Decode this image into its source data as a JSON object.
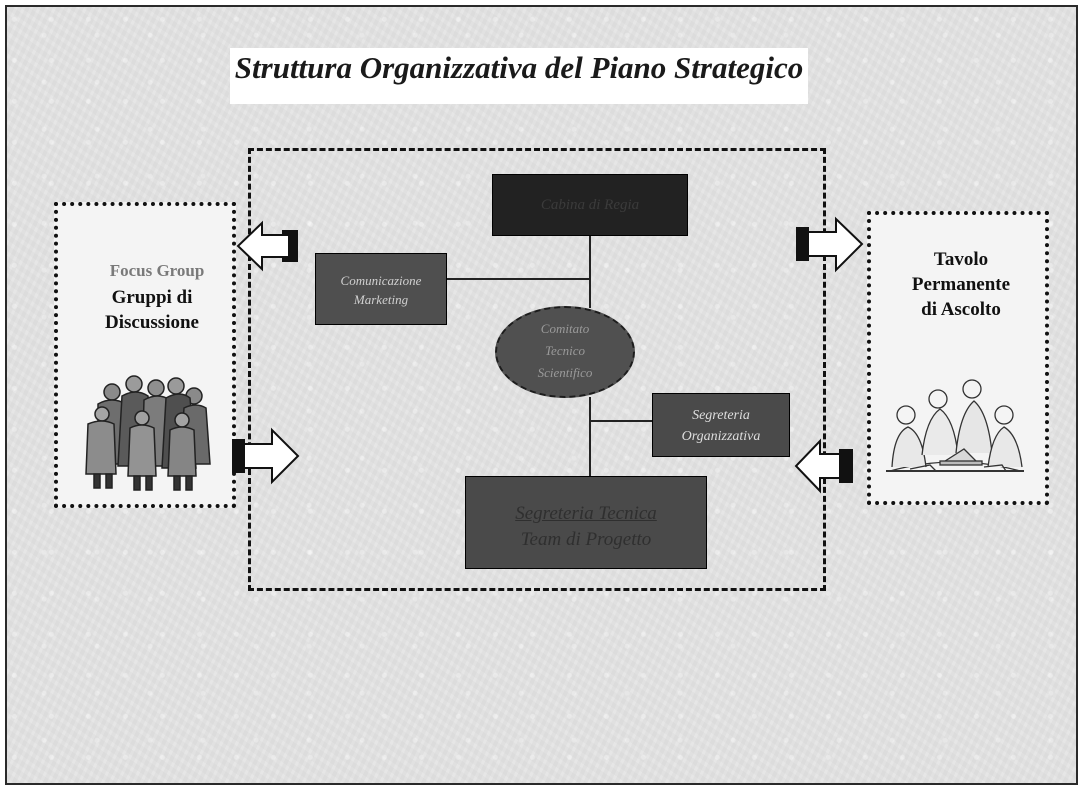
{
  "title": "Struttura Organizzativa del Piano Strategico",
  "left_panel": {
    "focus_label": "Focus Group",
    "lines": [
      "Gruppi di",
      "Discussione"
    ],
    "image": "group-of-people-clipart"
  },
  "right_panel": {
    "lines": [
      "Tavolo",
      "Permanente",
      "di Ascolto"
    ],
    "image": "meeting-at-table-clipart"
  },
  "nodes": {
    "top": "Cabina di Regia",
    "comunicazione": [
      "Comunicazione",
      "Marketing"
    ],
    "comitato": [
      "Comitato",
      "Tecnico",
      "Scientifico"
    ],
    "segreteria_org": [
      "Segreteria",
      "Organizzativa"
    ],
    "segreteria_team": [
      "Segreteria Tecnica",
      "Team di Progetto"
    ]
  },
  "colors": {
    "background": "#e1e1e1",
    "dark_box": "#222222",
    "medium_box": "#4a4a4a",
    "border": "#111111"
  }
}
